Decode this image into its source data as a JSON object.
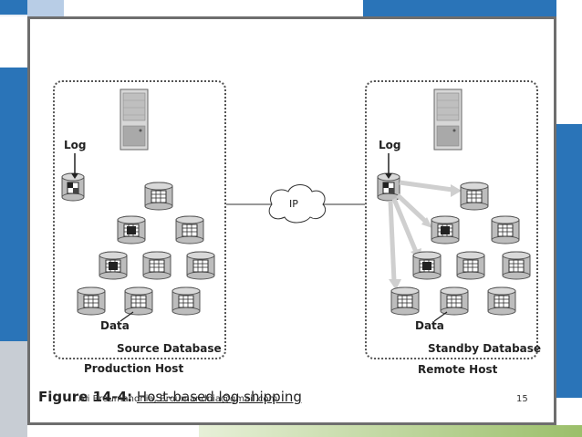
{
  "diagram": {
    "left_box": {
      "label": "Source Database",
      "host": "Production Host",
      "log_label": "Log",
      "data_label": "Data"
    },
    "right_box": {
      "label": "Standby Database",
      "host": "Remote Host",
      "log_label": "Log",
      "data_label": "Data"
    },
    "link_label": "IP"
  },
  "caption": {
    "figure": "Figure 14-4:",
    "text": "Host-based log shipping"
  },
  "footer": {
    "author": "Ali Broumandnia, Broumandnia@gmail.com",
    "page": "15"
  },
  "colors": {
    "blue_accent": "#2a74b8",
    "frame": "#6e6e6e",
    "green_band": "#9bbf6a"
  }
}
